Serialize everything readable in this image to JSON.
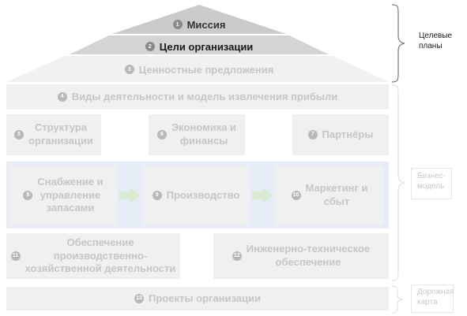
{
  "pyramid": {
    "levels": [
      {
        "num": "1",
        "label": "Миссия"
      },
      {
        "num": "2",
        "label": "Цели организации"
      },
      {
        "num": "3",
        "label": "Ценностные предложения"
      }
    ]
  },
  "blocks": {
    "b4": {
      "num": "4",
      "label": "Виды деятельности и модель извлечения прибыли"
    },
    "b5": {
      "num": "5",
      "line1": "Структура",
      "line2": "организации"
    },
    "b6": {
      "num": "6",
      "line1": "Экономика и",
      "line2": "финансы"
    },
    "b7": {
      "num": "7",
      "label": "Партнёры"
    },
    "b8": {
      "num": "8",
      "line1": "Снабжение и",
      "line2": "управление",
      "line3": "запасами"
    },
    "b9": {
      "num": "9",
      "label": "Производство"
    },
    "b10": {
      "num": "10",
      "line1": "Маркетинг и",
      "line2": "сбыт"
    },
    "b11": {
      "num": "11",
      "line1": "Обеспечение",
      "line2": "производственно-",
      "line3": "хозяйственной деятельности"
    },
    "b12": {
      "num": "12",
      "line1": "Инженерно-техническое",
      "line2": "обеспечение"
    },
    "b13": {
      "num": "13",
      "label": "Проекты организации"
    }
  },
  "side": {
    "target_plans": {
      "line1": "Целевые",
      "line2": "планы"
    },
    "business_model": {
      "line1": "Бизнес-",
      "line2": "модель"
    },
    "roadmap": {
      "line1": "Дорожная",
      "line2": "карта"
    }
  }
}
